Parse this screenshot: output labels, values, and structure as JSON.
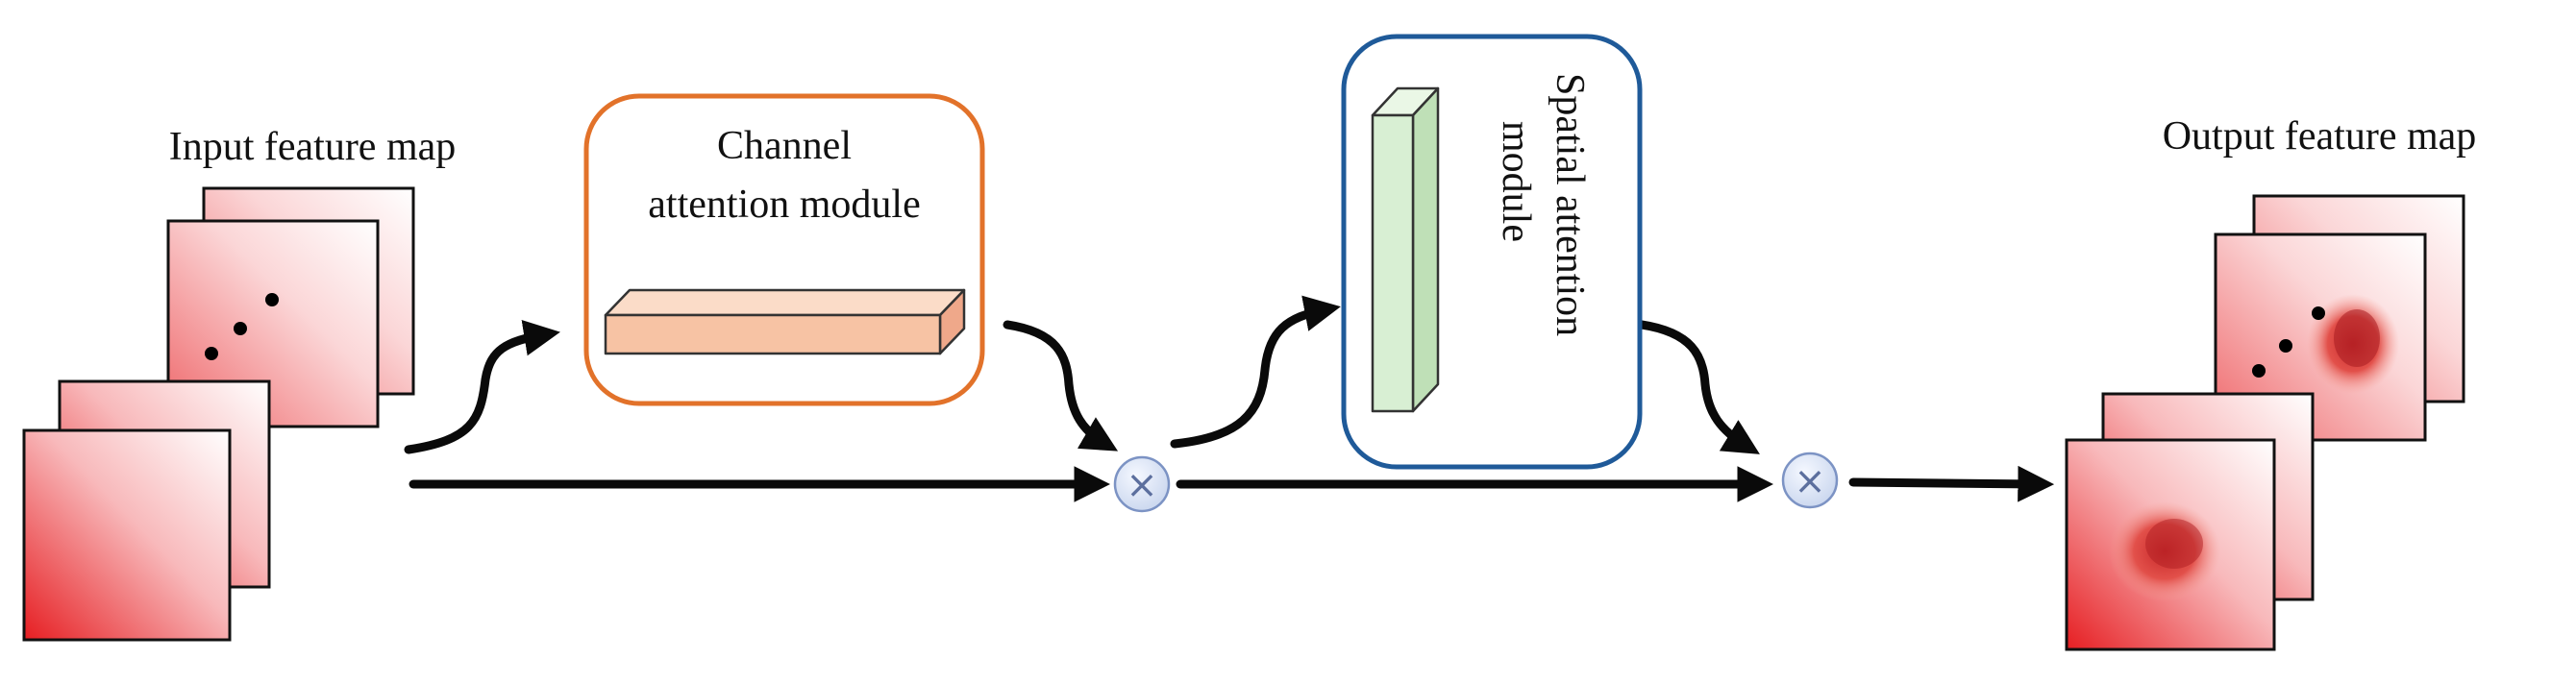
{
  "input_label": "Input feature map",
  "channel_module": {
    "line1": "Channel",
    "line2": "attention module"
  },
  "spatial_module": {
    "line1": "Spatial attention",
    "line2": "module"
  },
  "output_label": "Output feature map",
  "operator_symbol": "×",
  "colors": {
    "channel_border": "#E2722A",
    "spatial_border": "#1F5A99",
    "channel_block": "#F7C3A4",
    "spatial_block": "#D8EFD3",
    "feature_red": "#E8282A",
    "arrow": "#0a0a0a"
  }
}
